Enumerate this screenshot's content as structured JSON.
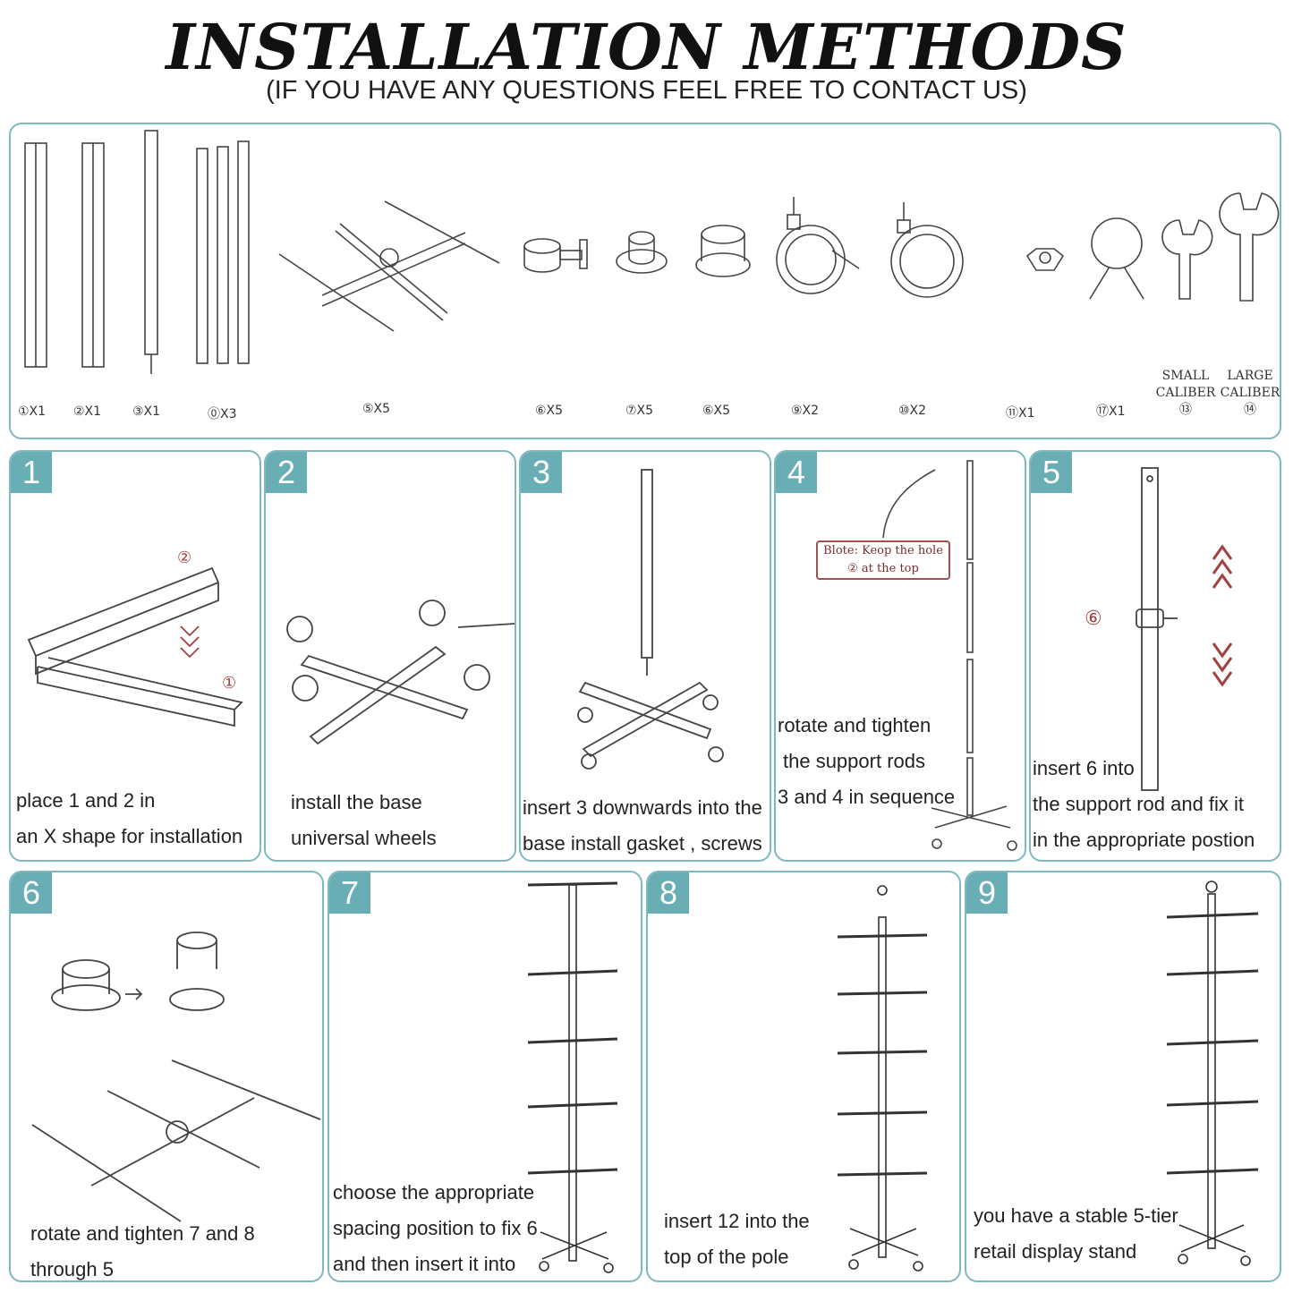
{
  "header": {
    "title": "INSTALLATION METHODS",
    "subtitle": "(IF YOU HAVE ANY QUESTIONS FEEL FREE TO CONTACT US)"
  },
  "parts": [
    {
      "label": "①X1"
    },
    {
      "label": "②X1"
    },
    {
      "label": "③X1"
    },
    {
      "label": "⓪X3"
    },
    {
      "label": "⑤X5"
    },
    {
      "label": "⑥X5"
    },
    {
      "label": "⑦X5"
    },
    {
      "label": "⑥X5"
    },
    {
      "label": "⑨X2"
    },
    {
      "label": "⑩X2"
    },
    {
      "label": "⑪X1"
    },
    {
      "label": "⑰X1"
    }
  ],
  "wrench_small": {
    "caption_1": "SMALL",
    "caption_2": "CALIBER",
    "number": "⑬"
  },
  "wrench_large": {
    "caption_1": "LARGE",
    "caption_2": "CALIBER",
    "number": "⑭"
  },
  "steps": [
    {
      "number": "1",
      "line1": "place 1 and 2 in",
      "line2": "an X shape for installation"
    },
    {
      "number": "2",
      "line1": "install the base",
      "line2": "universal wheels"
    },
    {
      "number": "3",
      "line1": "insert 3 downwards into the",
      "line2": "base install gasket , screws"
    },
    {
      "number": "4",
      "line1": "rotate and tighten",
      "line2": "the support rods",
      "line3": "3 and 4 in sequence"
    },
    {
      "number": "5",
      "line1": "insert 6 into",
      "line2": "the support rod and fix it",
      "line3": "in the appropriate postion"
    },
    {
      "number": "6",
      "line1": "rotate and tighten 7 and 8",
      "line2": "through 5"
    },
    {
      "number": "7",
      "line1": "choose the appropriate",
      "line2": "spacing position to fix 6",
      "line3": "and then insert it into"
    },
    {
      "number": "8",
      "line1": "insert 12 into the",
      "line2": "top of the pole"
    },
    {
      "number": "9",
      "line1": "you have a stable 5-tier",
      "line2": "retail display stand"
    }
  ],
  "step4_note": {
    "line1": "Blote: Keop the hole",
    "line2": "② at the top"
  },
  "step5_callout": "⑥",
  "colors": {
    "border": "#7fb8be",
    "badge": "#6aaeb5",
    "accent": "#a04040"
  }
}
